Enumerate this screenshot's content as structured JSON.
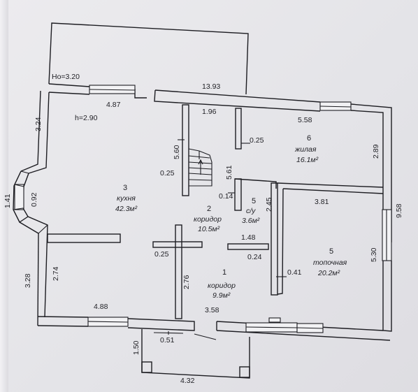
{
  "dimensions": {
    "ho": "Ho=3.20",
    "h": "h=2.90",
    "d_13_93": "13.93",
    "d_4_87": "4.87",
    "d_3_24": "3.24",
    "d_1_96": "1.96",
    "d_5_58": "5.58",
    "d_0_25_top": "0.25",
    "d_5_60": "5.60",
    "d_0_25_stair": "0.25",
    "d_5_61": "5.61",
    "d_2_89": "2.89",
    "d_0_14": "0.14",
    "d_2_45": "2.45",
    "d_3_81": "3.81",
    "d_9_58": "9.58",
    "d_1_41": "1.41",
    "d_0_92": "0.92",
    "d_1_48": "1.48",
    "d_0_25_mid": "0.25",
    "d_0_24": "0.24",
    "d_0_41": "0.41",
    "d_5_30": "5.30",
    "d_3_28": "3.28",
    "d_2_74": "2.74",
    "d_2_76": "2.76",
    "d_4_88": "4.88",
    "d_3_58": "3.58",
    "d_1_50": "1.50",
    "d_0_51": "0.51",
    "d_4_32": "4.32"
  },
  "rooms": [
    {
      "number": "3",
      "name": "кухня",
      "area": "42.3м²"
    },
    {
      "number": "2",
      "name": "коридор",
      "area": "10.5м²"
    },
    {
      "number": "1",
      "name": "коридор",
      "area": "9.9м²"
    },
    {
      "number": "6",
      "name": "жилая",
      "area": "16.1м²"
    },
    {
      "number": "5",
      "name": "с/у",
      "area": "3.6м²"
    },
    {
      "number": "5",
      "name": "топочная",
      "area": "20.2м²"
    }
  ],
  "colors": {
    "ink": "#1d1d22",
    "paper": "#e6e6e9"
  }
}
